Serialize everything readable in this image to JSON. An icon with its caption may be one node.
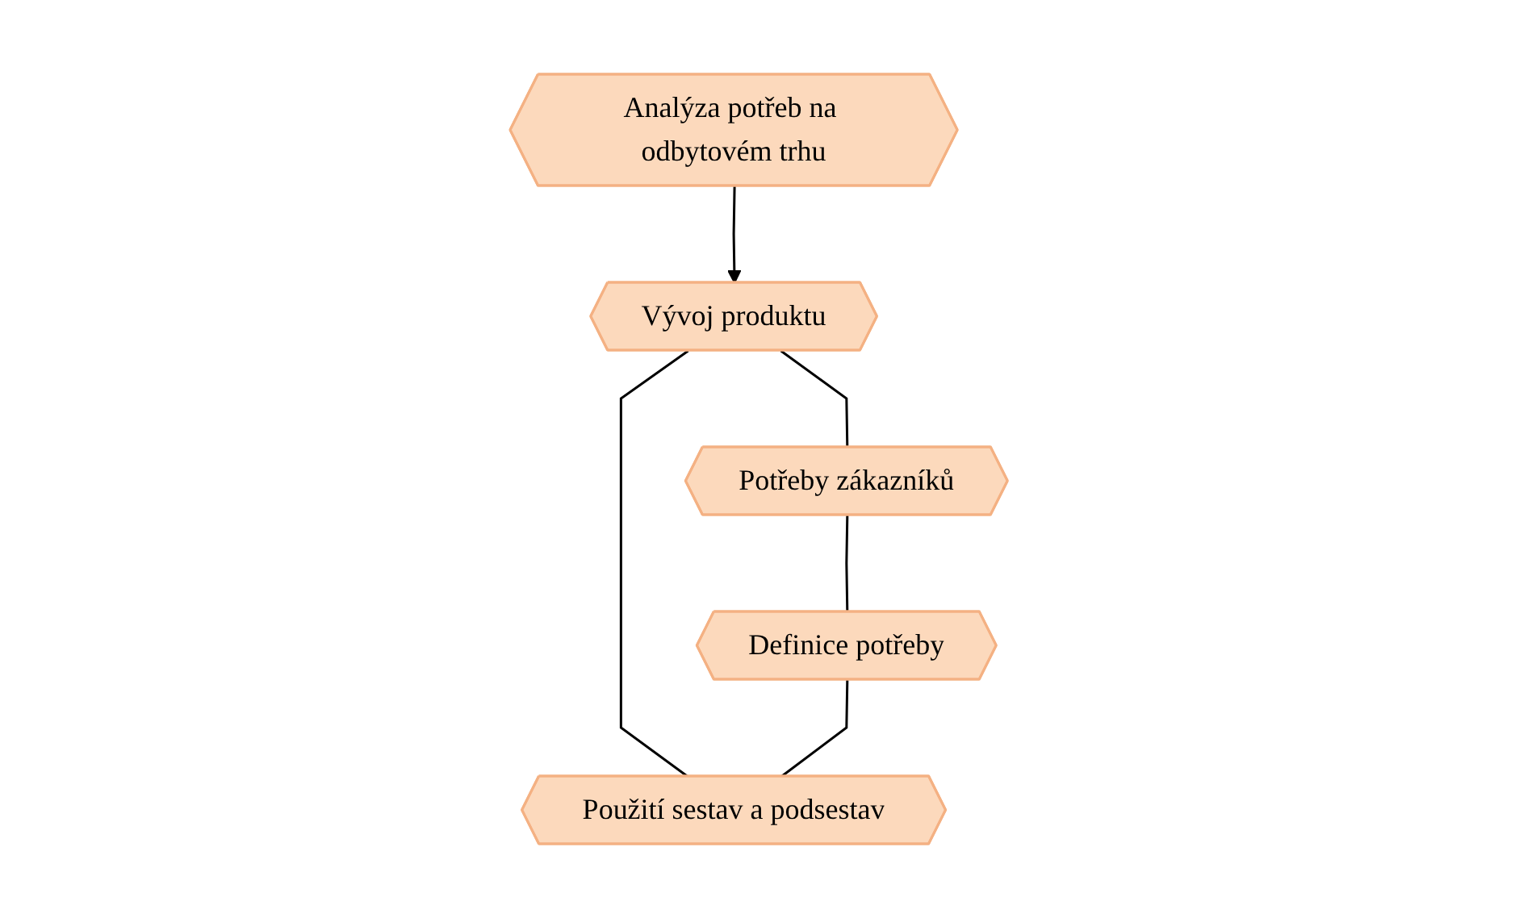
{
  "diagram": {
    "nodes": [
      {
        "text": [
          "Analýza potřeb na odbytovém trhu"
        ]
      },
      {
        "text": [
          "Vývoj produktu"
        ]
      },
      {
        "text": [
          "Potřeby zákazníků"
        ]
      },
      {
        "text": [
          "Definice potřeby"
        ]
      },
      {
        "text": [
          "Použití sestav a podsestav"
        ]
      }
    ],
    "edges": [
      {
        "from": 0,
        "to": 1,
        "arrow": "to"
      },
      {
        "from": 1,
        "to": 2,
        "arrow": "none"
      },
      {
        "from": 1,
        "to": 4,
        "arrow": "none"
      },
      {
        "from": 2,
        "to": 3,
        "arrow": "none"
      },
      {
        "from": 3,
        "to": 4,
        "arrow": "none"
      }
    ]
  }
}
